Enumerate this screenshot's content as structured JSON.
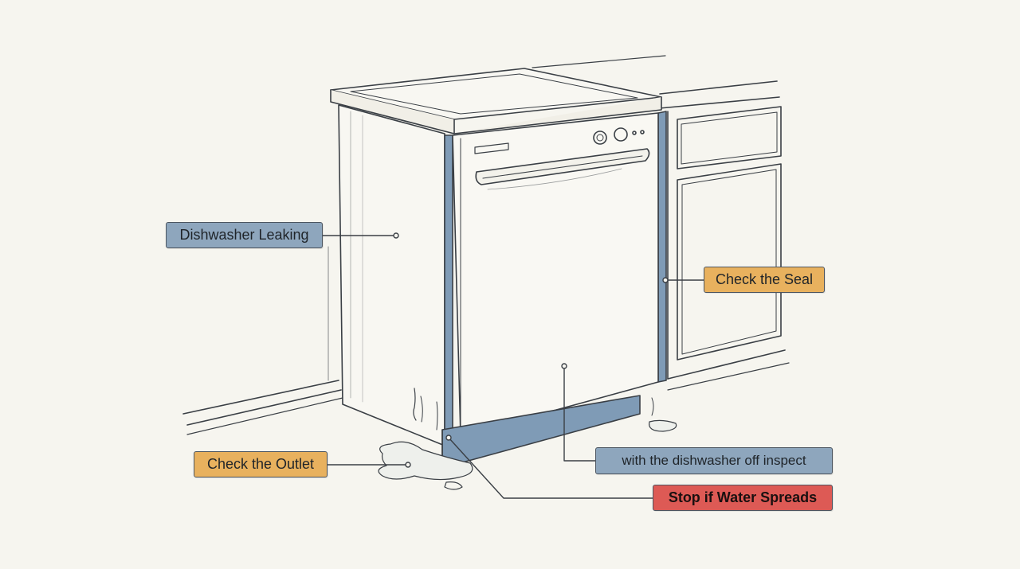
{
  "labels": {
    "dishwasher_leaking": "Dishwasher Leaking",
    "check_seal": "Check the Seal",
    "check_outlet": "Check the Outlet",
    "inspect": "with the dishwasher off inspect",
    "stop_water": "Stop if Water Spreads"
  },
  "colors": {
    "background": "#f6f5ef",
    "callout_blue": "#8ea6bd",
    "callout_orange": "#e8b15e",
    "callout_red": "#dd5a55",
    "highlight_blue": "#7f9bb6",
    "line": "#3a3f45"
  }
}
